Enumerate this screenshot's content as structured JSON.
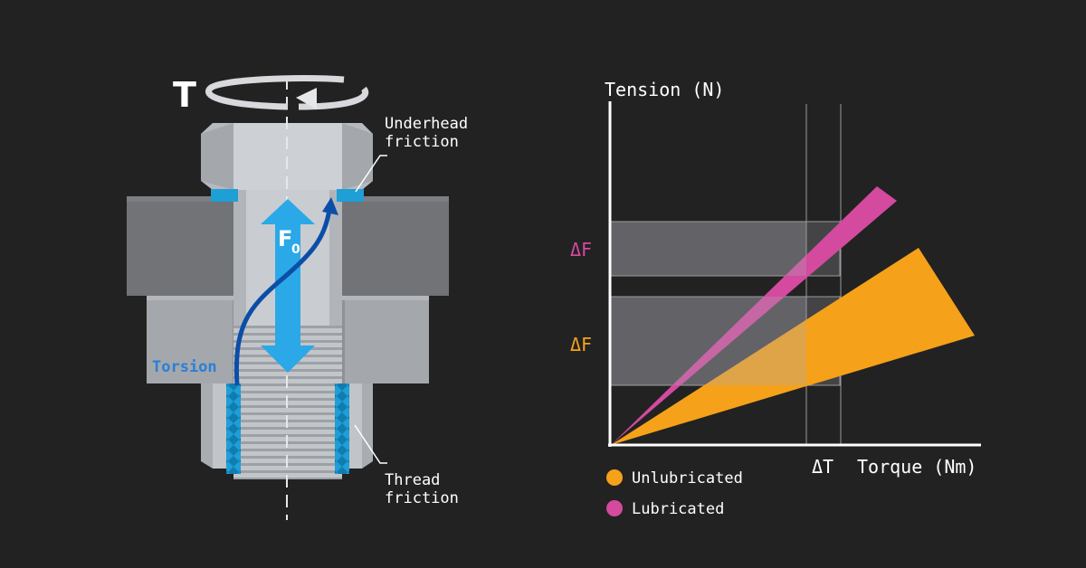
{
  "colors": {
    "background": "#222222",
    "text": "#ffffff",
    "bolt_light": "#c9ccd0",
    "bolt_mid": "#b3b7bc",
    "bolt_dark": "#8c9096",
    "plate": "#6c6e71",
    "friction_blue": "#1e9fd6",
    "force_arrow": "#2aa8e8",
    "torsion_blue": "#0b4ea8",
    "lubricated": "#d34a9e",
    "unlubricated": "#f6a11a",
    "band": "#8a8a90"
  },
  "diagram": {
    "torque_symbol": "T",
    "force_label": "F",
    "force_subscript": "0",
    "torsion_label": "Torsion",
    "underhead_friction": [
      "Underhead",
      "friction"
    ],
    "thread_friction": [
      "Thread",
      "friction"
    ]
  },
  "chart_data": {
    "type": "area",
    "ylabel": "Tension (N)",
    "xlabel": "Torque (Nm)",
    "x_marker_label": "ΔT",
    "series": [
      {
        "name": "Lubricated",
        "color": "#d34a9e",
        "band_label": "ΔF"
      },
      {
        "name": "Unlubricated",
        "color": "#f6a11a",
        "band_label": "ΔF"
      }
    ],
    "legend": {
      "placement": "bottom-left",
      "entries": [
        "Unlubricated",
        "Lubricated"
      ]
    }
  }
}
